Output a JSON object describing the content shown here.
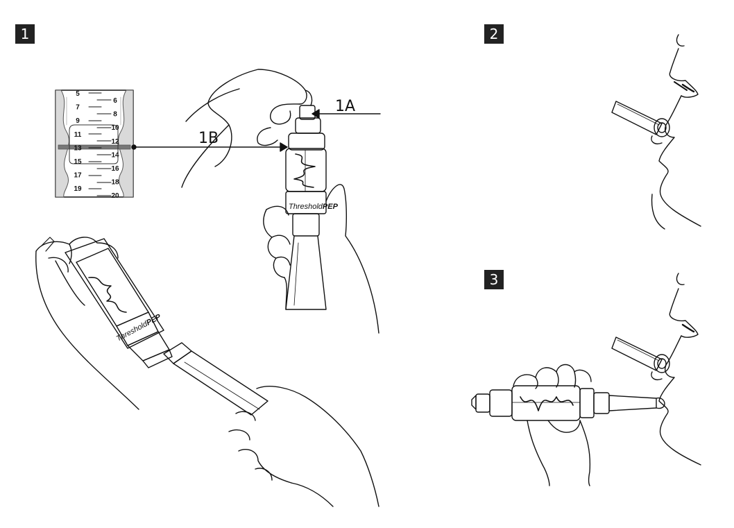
{
  "steps": [
    {
      "number": "1"
    },
    {
      "number": "2"
    },
    {
      "number": "3"
    }
  ],
  "callouts": {
    "a": "1A",
    "b": "1B"
  },
  "gauge": {
    "left_labels": [
      "5",
      "7",
      "9",
      "11",
      "13",
      "15",
      "17",
      "19"
    ],
    "right_labels": [
      "6",
      "8",
      "10",
      "12",
      "14",
      "16",
      "18",
      "20"
    ]
  },
  "brand": {
    "name": "Threshold",
    "suffix": "PEP"
  },
  "colors": {
    "line": "#111111",
    "badge": "#222222",
    "gauge_fill": "#d9d9d9",
    "indicator": "#777777"
  }
}
